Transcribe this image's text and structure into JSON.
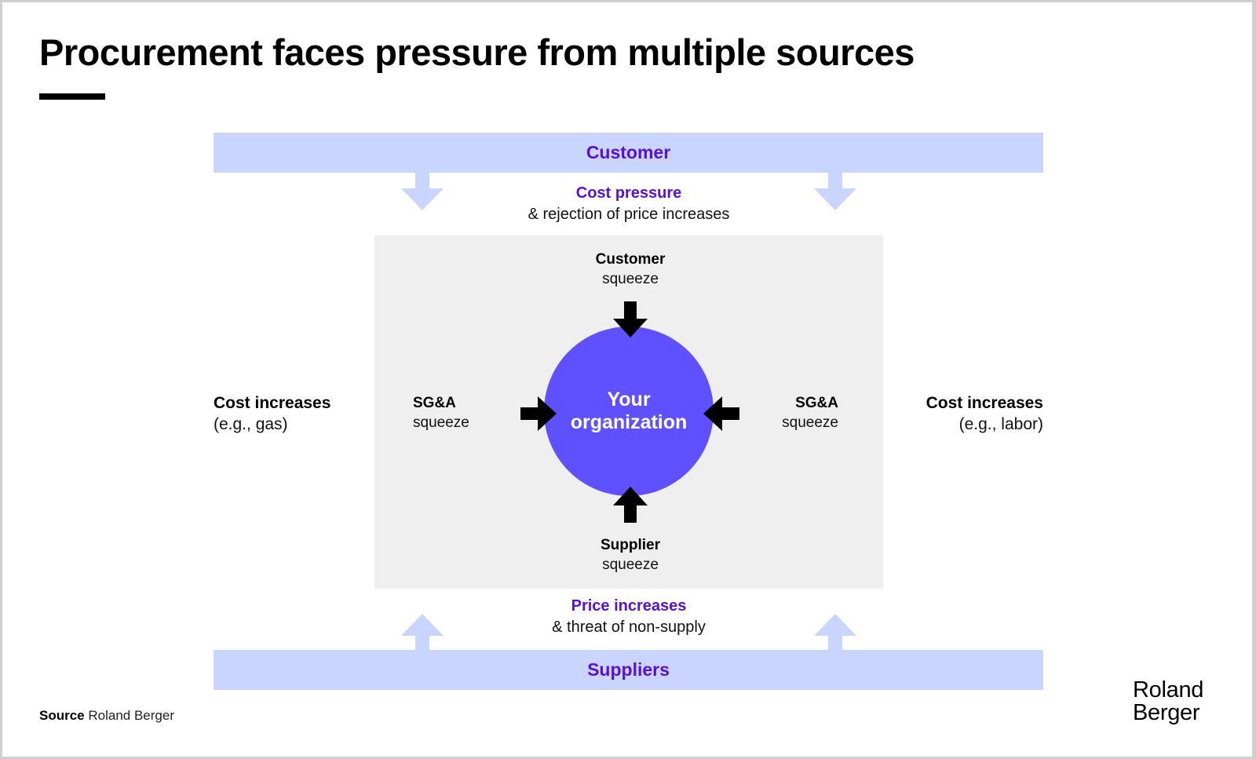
{
  "slide": {
    "title": "Procurement faces pressure from multiple sources"
  },
  "diagram": {
    "top_band": {
      "label": "Customer"
    },
    "top_pressure": {
      "head": "Cost pressure",
      "sub": "& rejection of price increases"
    },
    "bottom_band": {
      "label": "Suppliers"
    },
    "bottom_pressure": {
      "head": "Price increases",
      "sub": "& threat of non-supply"
    },
    "center": {
      "line1": "Your",
      "line2": "organization"
    },
    "squeezes": {
      "top": {
        "bold": "Customer",
        "sub": "squeeze"
      },
      "bottom": {
        "bold": "Supplier",
        "sub": "squeeze"
      },
      "left": {
        "bold": "SG&A",
        "sub": "squeeze"
      },
      "right": {
        "bold": "SG&A",
        "sub": "squeeze"
      }
    },
    "side_factors": {
      "left": {
        "bold": "Cost increases",
        "sub": "(e.g., gas)"
      },
      "right": {
        "bold": "Cost increases",
        "sub": "(e.g., labor)"
      }
    },
    "colors": {
      "band": "#cad5ff",
      "accent_text": "#5a0fd6",
      "circle": "#5f51ff",
      "core_box": "#efefef",
      "squeeze_arrow": "#000000"
    }
  },
  "footer": {
    "source_label": "Source",
    "source_value": "Roland Berger",
    "logo_line1": "Roland",
    "logo_line2": "Berger"
  }
}
